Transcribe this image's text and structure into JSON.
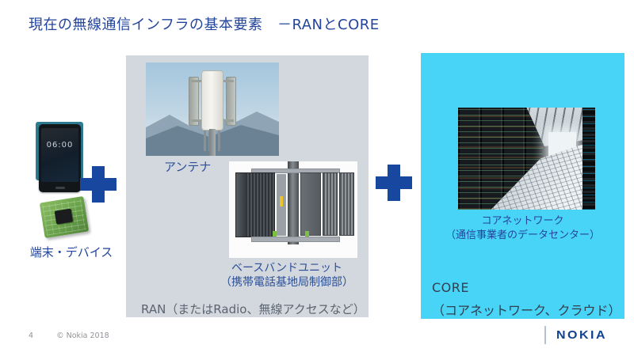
{
  "title": "現在の無線通信インフラの基本要素　－RANとCORE",
  "device": {
    "label": "端末・デバイス",
    "phone_time": "06:00"
  },
  "ran": {
    "antenna_label": "アンテナ",
    "baseband_label_line1": "ベースバンドユニット",
    "baseband_label_line2": "（携帯電話基地局制御部）",
    "box_label": "RAN（またはRadio、無線アクセスなど）"
  },
  "core": {
    "photo_label_line1": "コアネットワーク",
    "photo_label_line2": "（通信事業者のデータセンター）",
    "title": "CORE",
    "subtitle": "（コアネットワーク、クラウド）"
  },
  "footer": {
    "page_number": "4",
    "copyright": "© Nokia 2018",
    "logo": "NOKIA"
  },
  "icons": {
    "plus_icon": "+"
  },
  "colors": {
    "title_blue": "#24459c",
    "plus_blue": "#17479e",
    "ran_box_gray": "#d2d8de",
    "core_box_cyan": "#48d4f7",
    "ran_label_gray": "#5b6470",
    "core_text_navy": "#333e4e",
    "nokia_blue": "#124191"
  }
}
